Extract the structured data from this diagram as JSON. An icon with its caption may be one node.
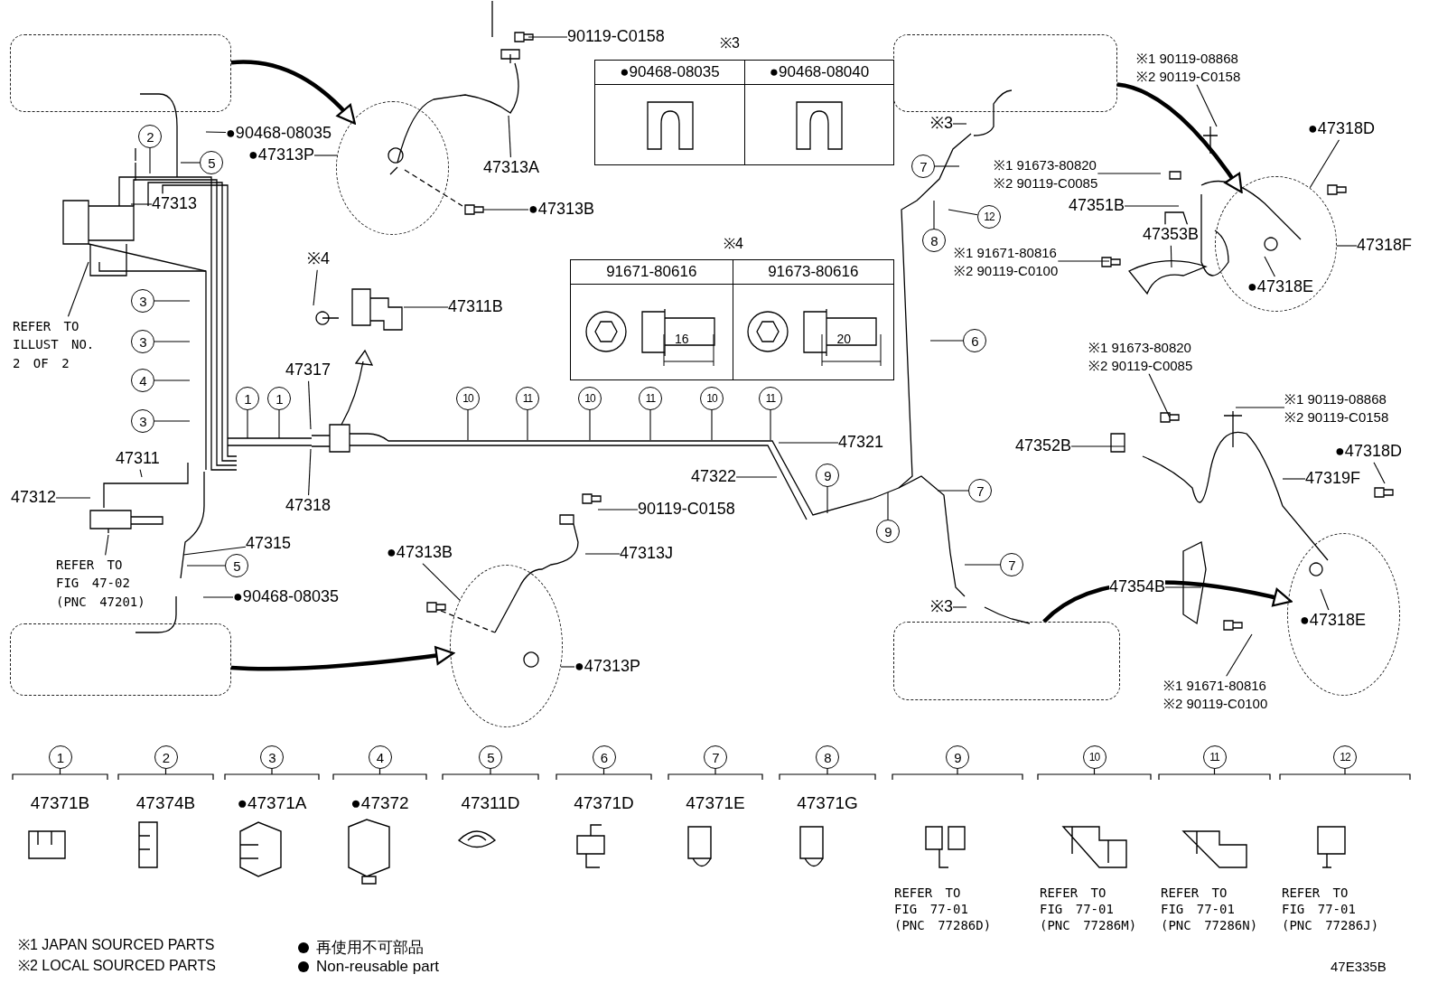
{
  "diagram": {
    "nodes": [
      {
        "text": [],
        "shape": "box"
      },
      {
        "text": [],
        "shape": "circle"
      },
      {
        "text": [
          "90119-C0158"
        ]
      },
      {
        "text": [],
        "shape": "box"
      },
      {
        "text": [
          "※1 90119-08868",
          "※2 90119-C0158"
        ]
      },
      {
        "text": [
          "●47318D"
        ]
      },
      {
        "text": [
          "2"
        ]
      },
      {
        "text": [
          "●90468-08035"
        ]
      },
      {
        "text": [
          "5"
        ]
      },
      {
        "text": [
          "※3"
        ]
      },
      {
        "text": [
          "●47313P"
        ]
      },
      {
        "text": [
          "47313A"
        ]
      },
      {
        "text": [
          "7"
        ]
      },
      {
        "text": [
          "※1 91673-80820",
          "※2 90119-C0085"
        ]
      },
      {
        "text": [],
        "shape": "circle"
      },
      {
        "text": [
          "47313"
        ]
      },
      {
        "text": [
          "47351B"
        ]
      },
      {
        "text": [
          "●47313B"
        ]
      },
      {
        "text": [
          "12"
        ]
      },
      {
        "text": [
          "8"
        ]
      },
      {
        "text": [
          "47353B"
        ]
      },
      {
        "text": [
          "47318F"
        ]
      },
      {
        "text": [
          "※1 91671-80816",
          "※2 90119-C0100"
        ]
      },
      {
        "text": [
          "●47318E"
        ],
        "in": 14
      },
      {
        "text": [
          "※4"
        ]
      },
      {
        "text": [
          "3"
        ]
      },
      {
        "text": [
          "47311B"
        ]
      },
      {
        "text": [
          "REFER TO ILLUST NO. 2 OF 2"
        ]
      },
      {
        "text": [
          "6"
        ]
      },
      {
        "text": [
          "3"
        ]
      },
      {
        "text": [
          "※1 91673-80820",
          "※2 90119-C0085"
        ]
      },
      {
        "text": [
          "47317"
        ]
      },
      {
        "text": [
          "4"
        ]
      },
      {
        "text": [
          "※1 90119-08868",
          "※2 90119-C0158"
        ]
      },
      {
        "text": [
          "1"
        ]
      },
      {
        "text": [
          "1"
        ]
      },
      {
        "text": [
          "10"
        ]
      },
      {
        "text": [
          "11"
        ]
      },
      {
        "text": [
          "10"
        ]
      },
      {
        "text": [
          "11"
        ]
      },
      {
        "text": [
          "10"
        ]
      },
      {
        "text": [
          "11"
        ]
      },
      {
        "text": [
          "3"
        ]
      },
      {
        "text": [
          "47321"
        ]
      },
      {
        "text": [
          "47352B"
        ]
      },
      {
        "text": [
          "●47318D"
        ]
      },
      {
        "text": [
          "47311"
        ]
      },
      {
        "text": [
          "47322"
        ]
      },
      {
        "text": [
          "47319F"
        ]
      },
      {
        "text": [
          "9"
        ]
      },
      {
        "text": [
          "47312"
        ]
      },
      {
        "text": [
          "7"
        ]
      },
      {
        "text": [
          "47318"
        ]
      },
      {
        "text": [
          "90119-C0158"
        ]
      },
      {
        "text": [
          "9"
        ]
      },
      {
        "text": [
          "47315"
        ]
      },
      {
        "text": [
          "●47313B"
        ]
      },
      {
        "text": [
          "47313J"
        ]
      },
      {
        "text": [
          "REFER TO FIG 47-02 (PNC 47201)"
        ]
      },
      {
        "text": [
          "5"
        ]
      },
      {
        "text": [
          "7"
        ]
      },
      {
        "text": [
          "47354B"
        ]
      },
      {
        "text": [
          "●90468-08035"
        ]
      },
      {
        "text": [
          "※3"
        ]
      },
      {
        "text": [],
        "shape": "circle"
      },
      {
        "text": [],
        "shape": "box"
      },
      {
        "text": [],
        "shape": "box"
      },
      {
        "text": [],
        "shape": "circle"
      },
      {
        "text": [
          "●47318E"
        ],
        "in": 67
      },
      {
        "text": [
          "●47313P"
        ]
      },
      {
        "text": [
          "※1 91671-80816",
          "※2 90119-C0100"
        ]
      },
      {
        "text": [
          "1"
        ]
      },
      {
        "text": [
          "2"
        ]
      },
      {
        "text": [
          "3"
        ]
      },
      {
        "text": [
          "4"
        ]
      },
      {
        "text": [
          "5"
        ]
      },
      {
        "text": [
          "6"
        ]
      },
      {
        "text": [
          "7"
        ]
      },
      {
        "text": [
          "8"
        ]
      },
      {
        "text": [
          "9"
        ]
      },
      {
        "text": [
          "10"
        ]
      },
      {
        "text": [
          "11"
        ]
      },
      {
        "text": [
          "12"
        ]
      }
    ],
    "edges": [
      {
        "from": 0,
        "to": 1,
        "arrow": "to",
        "style": "thick"
      },
      {
        "from": 3,
        "to": 14,
        "arrow": "to",
        "style": "thick"
      },
      {
        "from": 65,
        "to": 64,
        "arrow": "to",
        "style": "thick"
      },
      {
        "from": 66,
        "to": 67,
        "arrow": "to",
        "style": "thick"
      },
      {
        "from": 2,
        "to": null,
        "arrow": "none"
      },
      {
        "from": 4,
        "to": null,
        "arrow": "none"
      },
      {
        "from": 5,
        "to": 14,
        "arrow": "none"
      },
      {
        "from": 6,
        "to": null,
        "arrow": "none"
      },
      {
        "from": 7,
        "to": null,
        "arrow": "none"
      },
      {
        "from": 8,
        "to": null,
        "arrow": "none"
      },
      {
        "from": 9,
        "to": null,
        "arrow": "none"
      },
      {
        "from": 10,
        "to": 1,
        "arrow": "none"
      },
      {
        "from": 11,
        "to": null,
        "arrow": "none"
      },
      {
        "from": 12,
        "to": null,
        "arrow": "none"
      },
      {
        "from": 13,
        "to": null,
        "arrow": "none"
      },
      {
        "from": 15,
        "to": null,
        "arrow": "none"
      },
      {
        "from": 16,
        "to": null,
        "arrow": "none"
      },
      {
        "from": 17,
        "to": null,
        "arrow": "none"
      },
      {
        "from": 18,
        "to": null,
        "arrow": "none"
      },
      {
        "from": 19,
        "to": null,
        "arrow": "none"
      },
      {
        "from": 20,
        "to": null,
        "arrow": "none"
      },
      {
        "from": 21,
        "to": 14,
        "arrow": "none"
      },
      {
        "from": 22,
        "to": null,
        "arrow": "none"
      },
      {
        "from": 23,
        "to": null,
        "arrow": "none"
      },
      {
        "from": 24,
        "to": null,
        "arrow": "none"
      },
      {
        "from": 25,
        "to": null,
        "arrow": "none"
      },
      {
        "from": 26,
        "to": null,
        "arrow": "none"
      },
      {
        "from": 27,
        "to": null,
        "arrow": "none"
      },
      {
        "from": 28,
        "to": null,
        "arrow": "none"
      },
      {
        "from": 29,
        "to": null,
        "arrow": "none"
      },
      {
        "from": 30,
        "to": null,
        "arrow": "none"
      },
      {
        "from": 31,
        "to": null,
        "arrow": "none"
      },
      {
        "from": 32,
        "to": null,
        "arrow": "none"
      },
      {
        "from": 33,
        "to": null,
        "arrow": "none"
      },
      {
        "from": 34,
        "to": null,
        "arrow": "none"
      },
      {
        "from": 35,
        "to": null,
        "arrow": "none"
      },
      {
        "from": 36,
        "to": null,
        "arrow": "none"
      },
      {
        "from": 37,
        "to": null,
        "arrow": "none"
      },
      {
        "from": 38,
        "to": null,
        "arrow": "none"
      },
      {
        "from": 39,
        "to": null,
        "arrow": "none"
      },
      {
        "from": 40,
        "to": null,
        "arrow": "none"
      },
      {
        "from": 41,
        "to": null,
        "arrow": "none"
      },
      {
        "from": 42,
        "to": null,
        "arrow": "none"
      },
      {
        "from": 43,
        "to": null,
        "arrow": "none"
      },
      {
        "from": 44,
        "to": null,
        "arrow": "none"
      },
      {
        "from": 45,
        "to": null,
        "arrow": "none"
      },
      {
        "from": 46,
        "to": null,
        "arrow": "none"
      },
      {
        "from": 47,
        "to": null,
        "arrow": "none"
      },
      {
        "from": 48,
        "to": null,
        "arrow": "none"
      },
      {
        "from": 49,
        "to": null,
        "arrow": "none"
      },
      {
        "from": 50,
        "to": null,
        "arrow": "none"
      },
      {
        "from": 51,
        "to": null,
        "arrow": "none"
      },
      {
        "from": 52,
        "to": null,
        "arrow": "none"
      },
      {
        "from": 53,
        "to": null,
        "arrow": "none"
      },
      {
        "from": 54,
        "to": null,
        "arrow": "none"
      },
      {
        "from": 55,
        "to": null,
        "arrow": "none"
      },
      {
        "from": 56,
        "to": 64,
        "arrow": "none"
      },
      {
        "from": 57,
        "to": null,
        "arrow": "none"
      },
      {
        "from": 58,
        "to": null,
        "arrow": "none"
      },
      {
        "from": 59,
        "to": null,
        "arrow": "none"
      },
      {
        "from": 60,
        "to": null,
        "arrow": "none"
      },
      {
        "from": 61,
        "to": null,
        "arrow": "none"
      },
      {
        "from": 62,
        "to": null,
        "arrow": "none"
      },
      {
        "from": 63,
        "to": null,
        "arrow": "none"
      },
      {
        "from": 68,
        "to": null,
        "arrow": "none"
      },
      {
        "from": 69,
        "to": 64,
        "arrow": "none"
      },
      {
        "from": 70,
        "to": null,
        "arrow": "none"
      }
    ],
    "labels": [
      "※3",
      "●90468-08035",
      "●90468-08040",
      "※4",
      "91671-80616",
      "91673-80616",
      "16",
      "20",
      "47371B",
      "47374B",
      "●47371A",
      "●47372",
      "47311D",
      "47371D",
      "47371E",
      "47371G",
      "REFER TO FIG 77-01 (PNC 77286D)",
      "REFER TO FIG 77-01 (PNC 77286M)",
      "REFER TO FIG 77-01 (PNC 77286N)",
      "REFER TO FIG 77-01 (PNC 77286J)",
      "※1 JAPAN SOURCED PARTS",
      "※2 LOCAL SOURCED PARTS",
      "47E335B"
    ],
    "legend": [
      {
        "text": "再使用不可部品"
      },
      {
        "text": "Non-reusable part"
      }
    ]
  }
}
